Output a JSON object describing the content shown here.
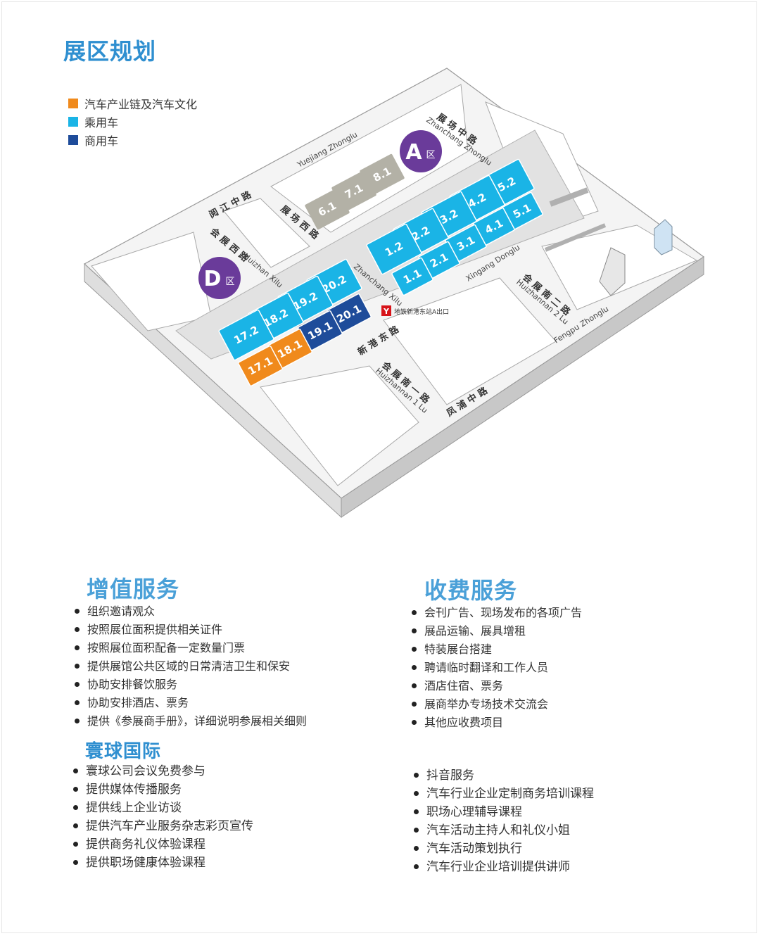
{
  "title": "展区规划",
  "legend": [
    {
      "label": "汽车产业链及汽车文化",
      "color": "#f08a1c"
    },
    {
      "label": "乘用车",
      "color": "#1ab4e6"
    },
    {
      "label": "商用车",
      "color": "#1e4c9a"
    }
  ],
  "map": {
    "zones": [
      {
        "letter": "A",
        "suffix": "区"
      },
      {
        "letter": "D",
        "suffix": "区"
      }
    ],
    "halls": {
      "passenger": [
        "5.2",
        "4.2",
        "3.2",
        "2.2",
        "1.2",
        "5.1",
        "4.1",
        "3.1",
        "2.1",
        "1.1",
        "20.2",
        "19.2",
        "18.2",
        "17.2"
      ],
      "commercial": [
        "20.1",
        "19.1"
      ],
      "culture": [
        "18.1",
        "17.1"
      ],
      "other": [
        "8.1",
        "7.1",
        "6.1"
      ]
    },
    "roads": {
      "yuejiang_en": "Yuejiang Zhonglu",
      "yuejiang_cn": "阅 江 中 路",
      "zhanchang_zhong_cn": "展 场 中 路",
      "zhanchang_zhong_en": "Zhanchang Zhonglu",
      "zhanchang_xi_cn": "展 场 西 路",
      "zhanchang_xi_en": "Zhanchang Xilu",
      "huizhan_xi_cn": "会 展 西 路",
      "huizhan_xi_en": "Huizhan Xilu",
      "xingang_en": "Xingang Donglu",
      "xingang_cn": "新 港 东 路",
      "huizhan_nan2_cn": "会 展 南 二 路",
      "huizhan_nan2_en": "Huizhannan 2 Lu",
      "huizhan_nan1_cn": "会 展 南 一 路",
      "huizhan_nan1_en": "Huizhannan 1 Lu",
      "fengpu_en": "Fengpu Zhonglu",
      "fengpu_cn": "凤 浦 中 路"
    },
    "metro_label": "地铁新港东站A出口",
    "metro_icon": "metro-Y-icon"
  },
  "value_added": {
    "title": "增值服务",
    "items": [
      "组织邀请观众",
      "按照展位面积提供相关证件",
      "按照展位面积配备一定数量门票",
      "提供展馆公共区域的日常清洁卫生和保安",
      "协助安排餐饮服务",
      "协助安排酒店、票务",
      "提供《参展商手册》，详细说明参展相关细则"
    ]
  },
  "paid": {
    "title": "收费服务",
    "items": [
      "会刊广告、现场发布的各项广告",
      "展品运输、展具增租",
      "特装展台搭建",
      "聘请临时翻译和工作人员",
      "酒店住宿、票务",
      "展商举办专场技术交流会",
      "其他应收费项目"
    ]
  },
  "global": {
    "title": "寰球国际",
    "left_items": [
      "寰球公司会议免费参与",
      "提供媒体传播服务",
      "提供线上企业访谈",
      "提供汽车产业服务杂志彩页宣传",
      "提供商务礼仪体验课程",
      "提供职场健康体验课程"
    ],
    "right_items": [
      "抖音服务",
      "汽车行业企业定制商务培训课程",
      "职场心理辅导课程",
      "汽车活动主持人和礼仪小姐",
      "汽车活动策划执行",
      "汽车行业企业培训提供讲师"
    ]
  }
}
